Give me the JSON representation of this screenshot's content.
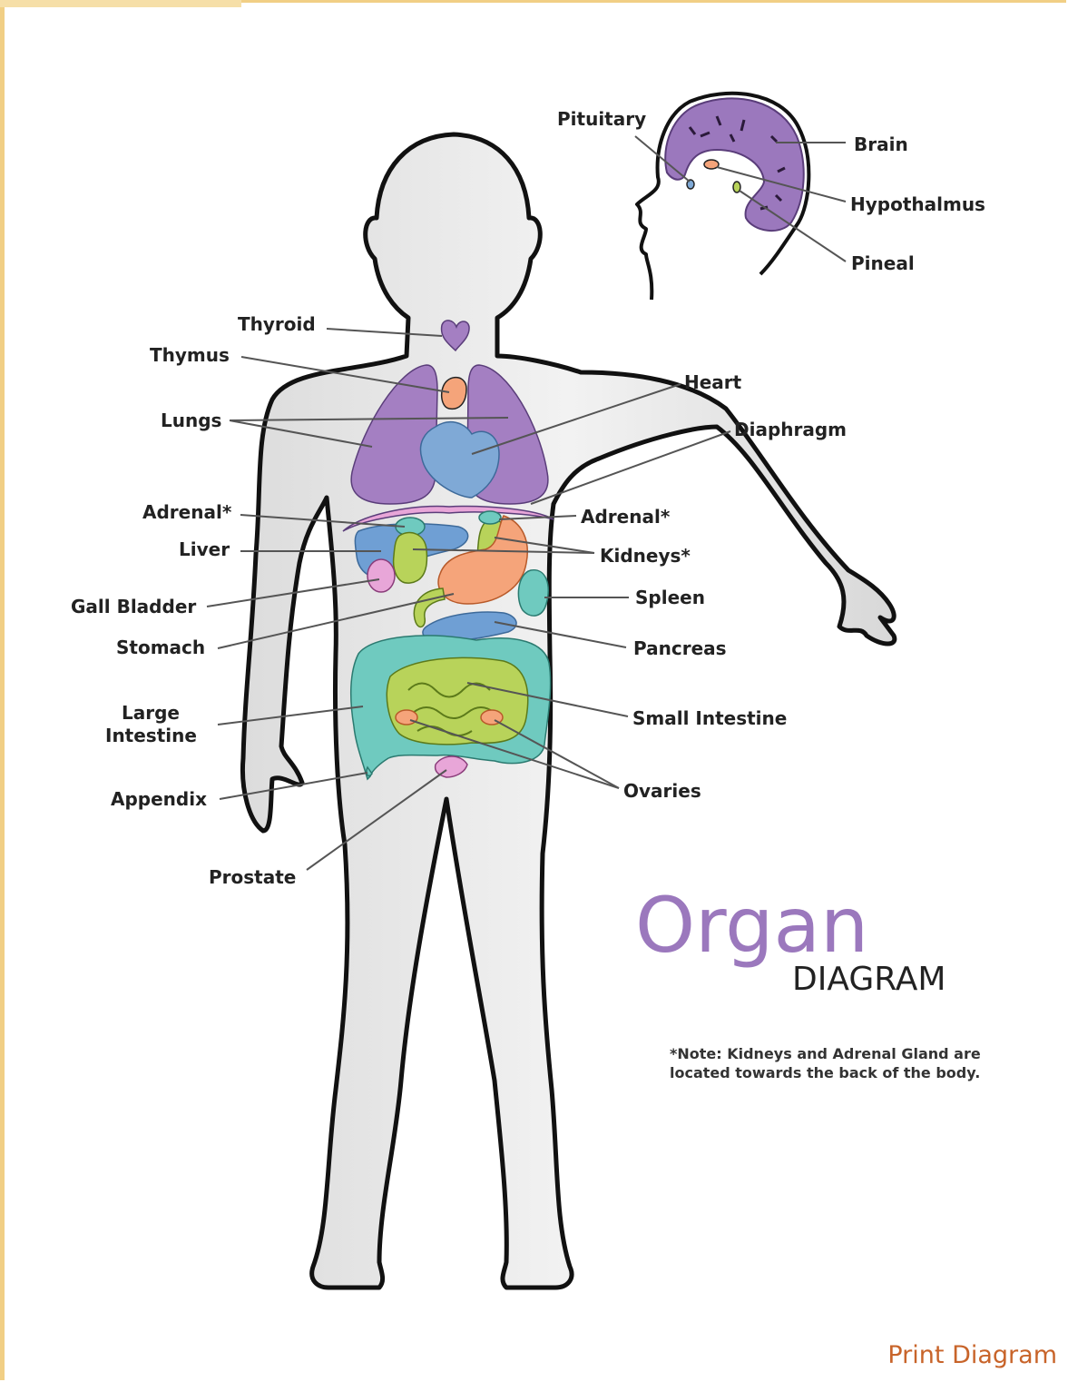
{
  "labels": {
    "pituitary": "Pituitary",
    "brain": "Brain",
    "hypothalmus": "Hypothalmus",
    "pineal": "Pineal",
    "thyroid": "Thyroid",
    "thymus": "Thymus",
    "lungs": "Lungs",
    "heart": "Heart",
    "diaphragm": "Diaphragm",
    "adrenal_left": "Adrenal*",
    "adrenal_right": "Adrenal*",
    "liver": "Liver",
    "kidneys": "Kidneys*",
    "gall_bladder": "Gall Bladder",
    "spleen": "Spleen",
    "stomach": "Stomach",
    "pancreas": "Pancreas",
    "large_intestine_1": "Large",
    "large_intestine_2": "Intestine",
    "small_intestine": "Small Intestine",
    "appendix": "Appendix",
    "ovaries": "Ovaries",
    "prostate": "Prostate"
  },
  "title": {
    "main": "Organ",
    "sub": "DIAGRAM"
  },
  "note": {
    "line1": "*Note: Kidneys and Adrenal Gland are",
    "line2": "located towards the back of the body."
  },
  "print_link": "Print Diagram",
  "colors": {
    "brain": "#9b78bd",
    "lungs": "#a47fc2",
    "heart": "#7fa9d6",
    "thymus": "#f5a47a",
    "liver": "#6f9fd4",
    "kidney": "#b8d35a",
    "stomach": "#f5a47a",
    "spleen": "#6fcabf",
    "large_intestine": "#6fcabf",
    "small_intestine": "#b8d35a",
    "gall_bladder": "#e8a6d8",
    "body": "#e6e6e6",
    "title": "#9b78bd",
    "link": "#c8642a"
  }
}
